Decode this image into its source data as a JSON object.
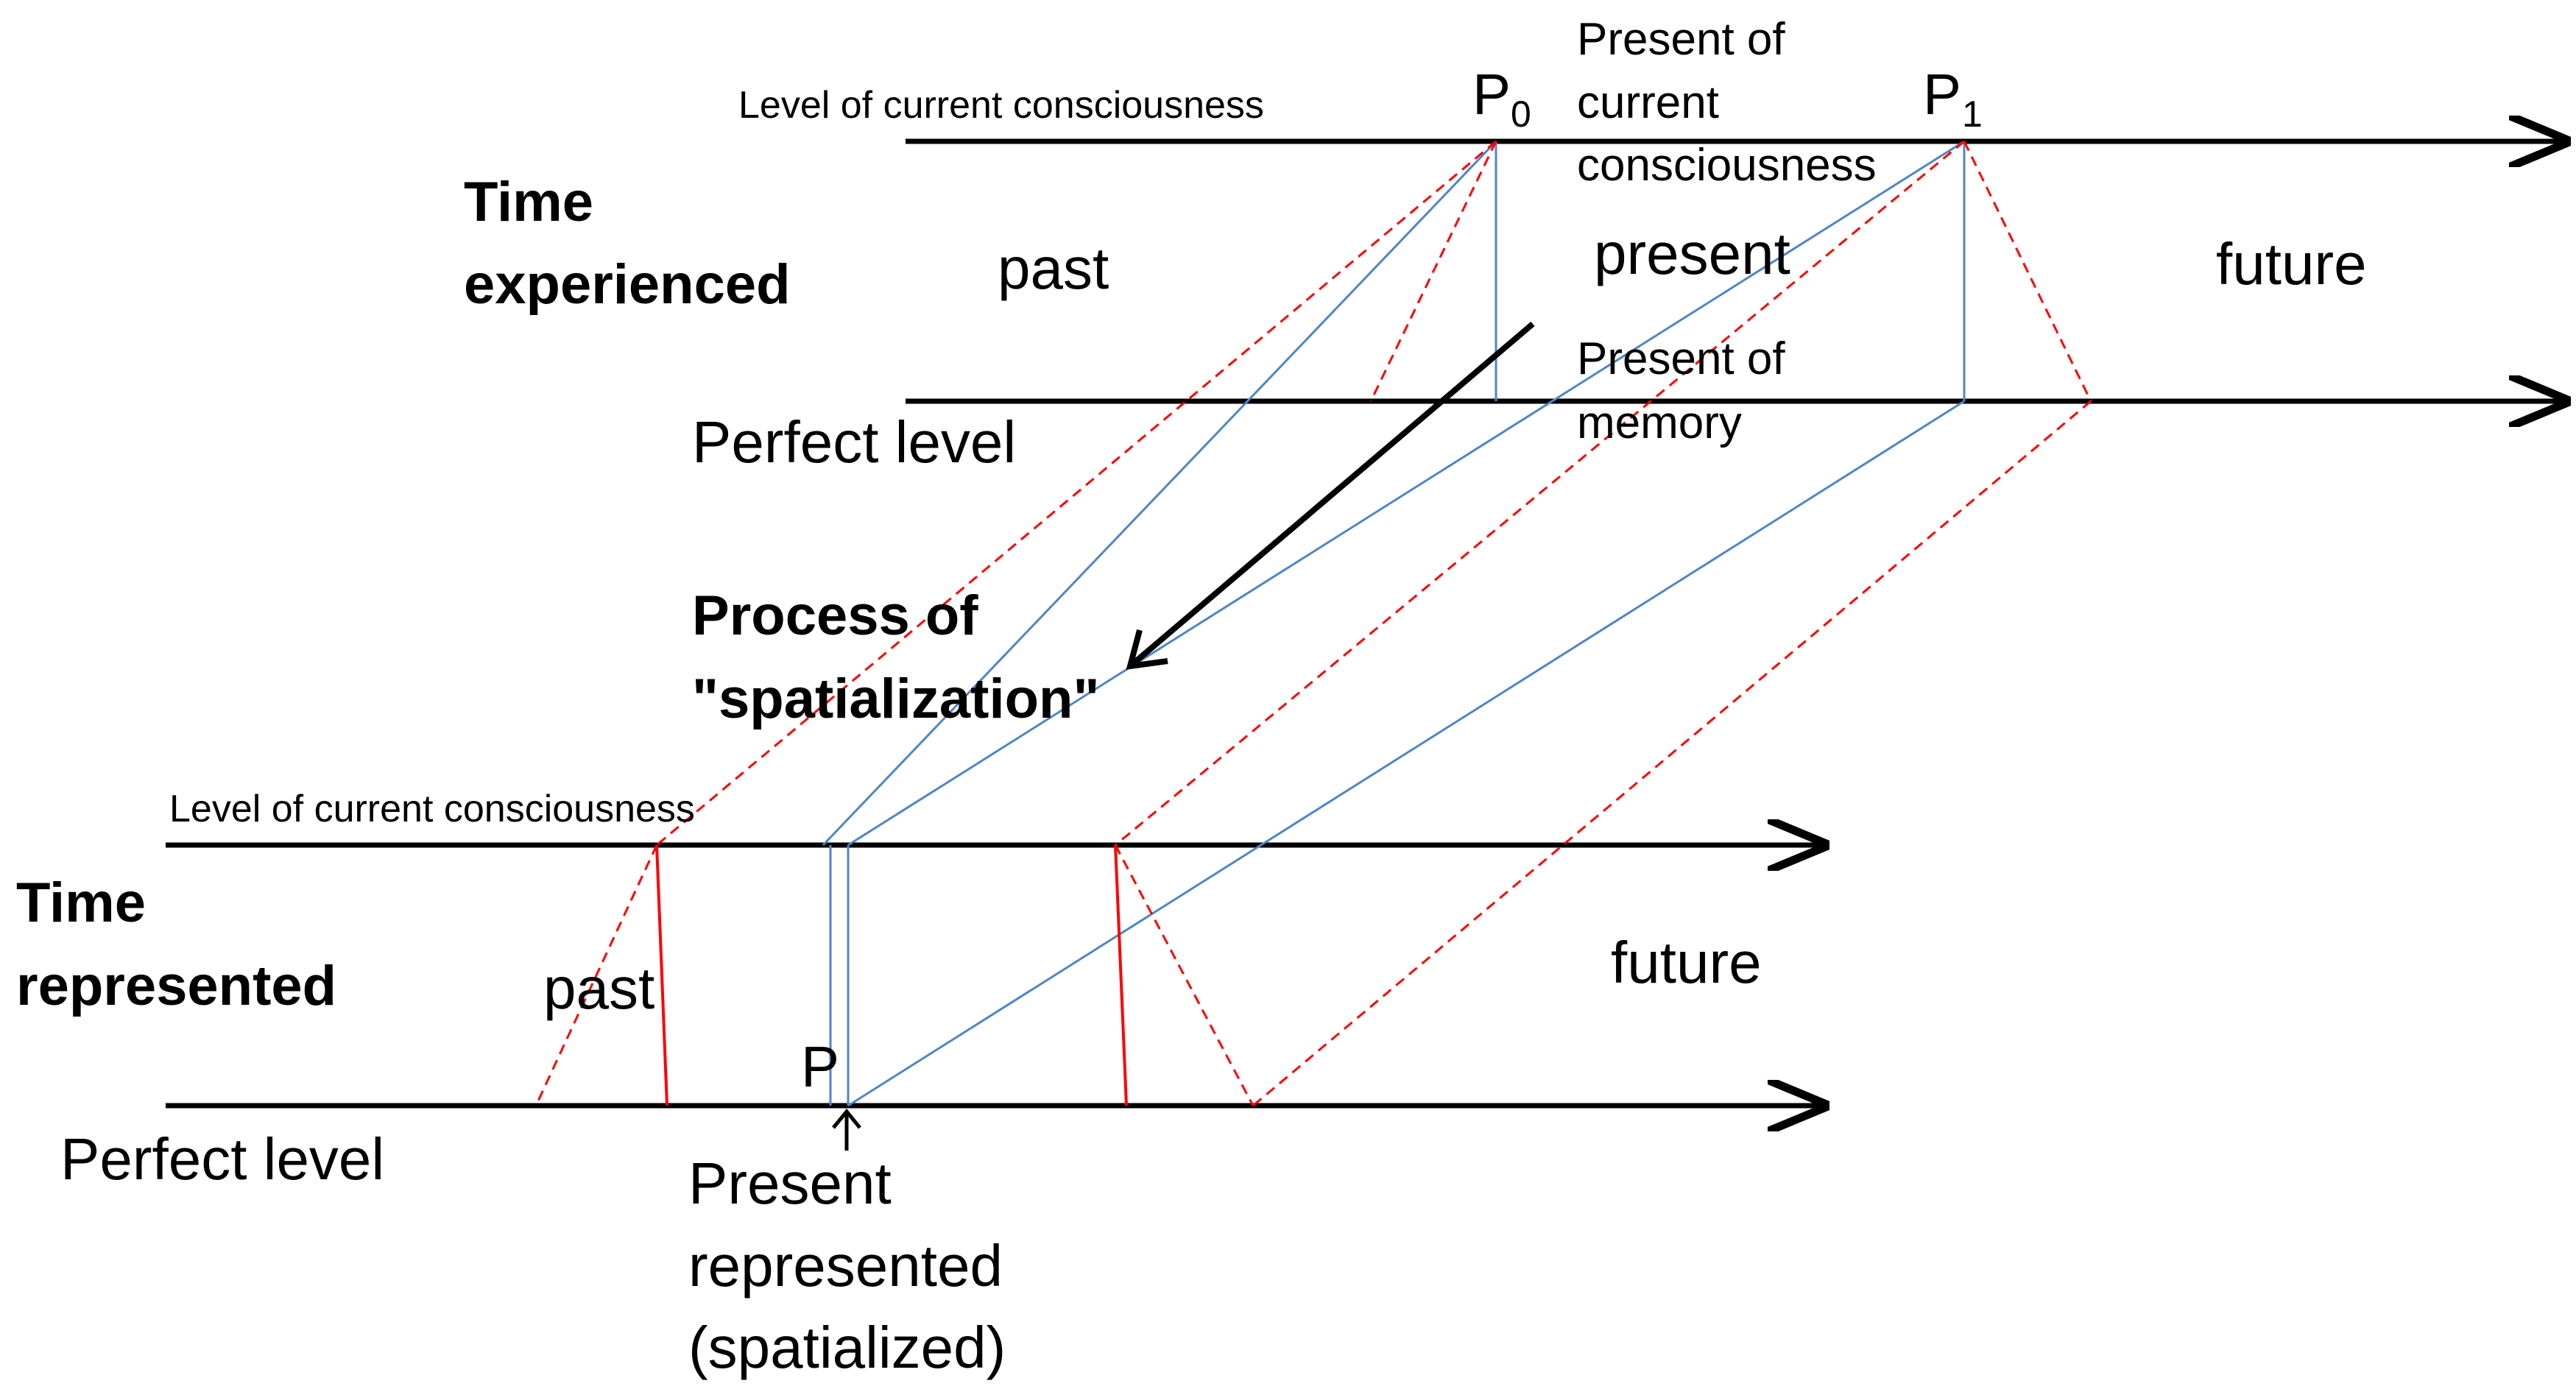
{
  "diagram": {
    "top_section": {
      "title_lines": [
        "Time",
        "experienced"
      ],
      "axis_labels": {
        "level_current": "Level of current consciousness",
        "perfect": "Perfect level"
      },
      "regions": {
        "past": "past",
        "present": "present",
        "future": "future"
      },
      "point_p0": {
        "main": "P",
        "sub": "0"
      },
      "point_p1": {
        "main": "P",
        "sub": "1"
      },
      "present_of_current_lines": [
        "Present of",
        "current",
        "consciousness"
      ],
      "present_of_memory_lines": [
        "Present of",
        "memory"
      ]
    },
    "process": {
      "label_lines": [
        "Process of",
        "\"spatialization\""
      ]
    },
    "bottom_section": {
      "title_lines": [
        "Time",
        "represented"
      ],
      "axis_labels": {
        "level_current": "Level of current consciousness",
        "perfect": "Perfect level"
      },
      "regions": {
        "past": "past",
        "future": "future"
      },
      "point_p": "P",
      "present_represented_lines": [
        "Present",
        "represented",
        "(spatialized)"
      ]
    },
    "colors": {
      "axis": "#000000",
      "blue_lines": "#4f86c6",
      "red_dashed": "#ff0000",
      "red_solid": "#ff0000"
    }
  }
}
